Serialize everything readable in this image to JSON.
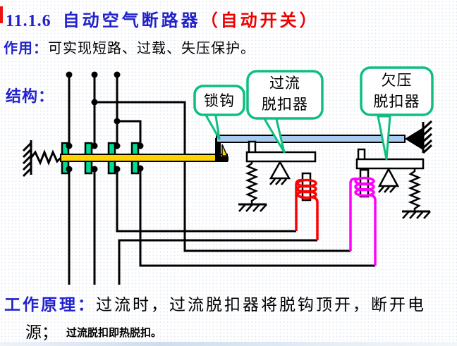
{
  "slide": {
    "title": {
      "section_number": "11.1.6",
      "main": "自动空气断路器",
      "paren": "（自动开关）"
    },
    "function_line": {
      "label": "作用：",
      "text": "可实现短路、过载、失压保护。"
    },
    "structure_label": "结构：",
    "principle": {
      "label": "工作原理：",
      "line1": "过流时，过流脱扣器将脱钩顶开，断开电",
      "line2": "源；",
      "note": "过流脱扣即热脱扣。"
    },
    "callouts": {
      "latch_hook": {
        "label": "锁钩"
      },
      "overcurrent_release": {
        "line1": "过流",
        "line2": "脱扣器"
      },
      "undervoltage_release": {
        "line1": "欠压",
        "line2": "脱扣器"
      }
    },
    "colors": {
      "heading_blue": "#2222CC",
      "highlight_red": "#EE0000",
      "contact_bar_yellow": "#FFD400",
      "contact_green": "#00DC96",
      "trip_bar_blue": "#A8CCF0",
      "overcurrent_coil_red": "#FF0000",
      "undervoltage_coil_magenta": "#FF00FF",
      "callout_border_green": "#0FBE7F"
    }
  }
}
